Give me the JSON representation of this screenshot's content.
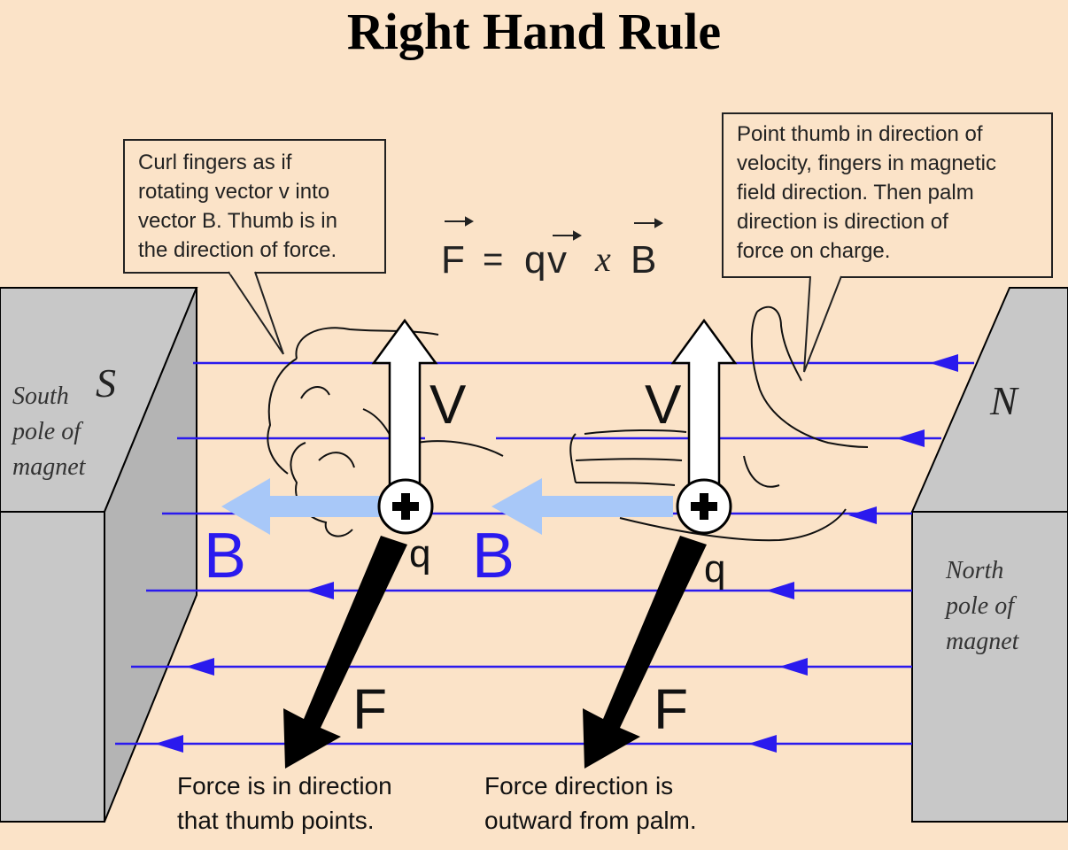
{
  "title": "Right Hand Rule",
  "formula": {
    "F": "F",
    "eq": "=",
    "q": "q",
    "v": "v",
    "x": "x",
    "B": "B"
  },
  "callouts": {
    "left_box": [
      "Curl fingers as if",
      "rotating vector v into",
      "vector B. Thumb is in",
      "the direction of force."
    ],
    "right_box": [
      "Point thumb in direction of",
      "velocity, fingers in magnetic",
      "field direction. Then palm",
      "direction is direction of",
      "force on charge."
    ],
    "force_left": [
      "Force is in direction",
      "that thumb points."
    ],
    "force_right": [
      "Force direction is",
      "outward from palm."
    ]
  },
  "magnets": {
    "south_letter": "S",
    "south_label": [
      "South",
      "pole of",
      "magnet"
    ],
    "north_letter": "N",
    "north_label": [
      "North",
      "pole of",
      "magnet"
    ]
  },
  "vector_labels": {
    "v_left": "V",
    "v_right": "V",
    "b_left": "B",
    "b_right": "B",
    "f_left": "F",
    "f_right": "F",
    "q_left": "q",
    "q_right": "q"
  },
  "colors": {
    "background": "#fbe3c8",
    "field_line": "#2a1aee",
    "b_arrow_fill": "#a8c8f8",
    "magnet_face": "#c8c8c8",
    "magnet_top": "#b4b4b4",
    "force_arrow": "#000000"
  }
}
